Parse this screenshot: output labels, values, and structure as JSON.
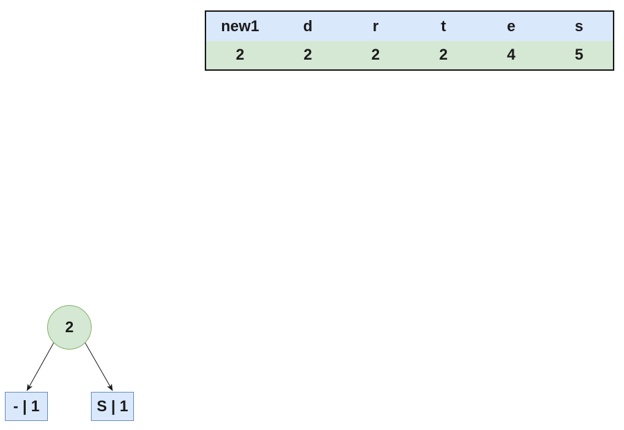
{
  "frequency_table": {
    "headers": [
      "new1",
      "d",
      "r",
      "t",
      "e",
      "s"
    ],
    "values": [
      "2",
      "2",
      "2",
      "2",
      "4",
      "5"
    ]
  },
  "tree": {
    "root": {
      "label": "2"
    },
    "left_leaf": {
      "label": "- | 1"
    },
    "right_leaf": {
      "label": "S | 1"
    }
  },
  "colors": {
    "header_fill": "#dae8fc",
    "value_fill": "#d5e8d4",
    "internal_node_fill": "#d5e8d4",
    "leaf_node_fill": "#dae8fc"
  }
}
